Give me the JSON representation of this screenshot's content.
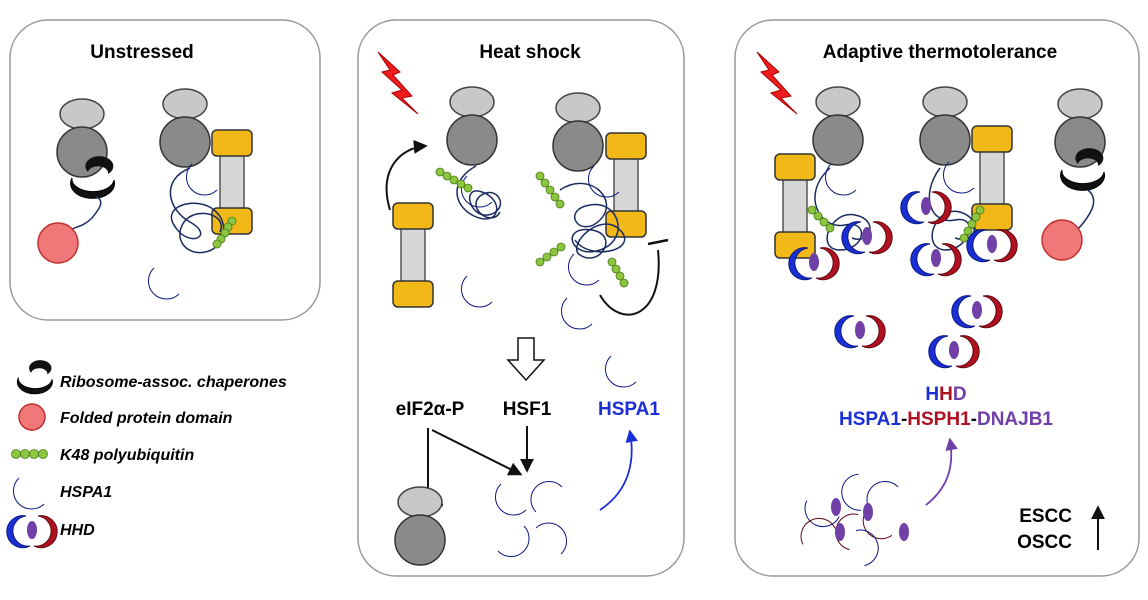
{
  "panels": {
    "unstressed": {
      "title": "Unstressed"
    },
    "heat_shock": {
      "title": "Heat shock",
      "eif2a_prefix": "eIF2",
      "eif2a_alpha": "α",
      "eif2a_suffix": "-P",
      "hsf1": "HSF1",
      "hspa1": "HSPA1"
    },
    "adaptive": {
      "title": "Adaptive thermotolerance",
      "hhd_h1": "H",
      "hhd_h2": "H",
      "hhd_d": "D",
      "complex_hspa1": "HSPA1",
      "complex_dash1": "-",
      "complex_hsph1": "HSPH1",
      "complex_dash2": "-",
      "complex_dnajb1": "DNAJB1",
      "escc": "ESCC",
      "oscc": "OSCC"
    }
  },
  "legend": {
    "items": [
      {
        "label": "Ribosome-assoc. chaperones",
        "icon": "black-crescent"
      },
      {
        "label": "Folded protein domain",
        "icon": "pink-circle"
      },
      {
        "label": "K48 polyubiquitin",
        "icon": "green-beads"
      },
      {
        "label": "HSPA1",
        "icon": "blue-crescent"
      },
      {
        "label": "HHD",
        "icon": "hhd-complex"
      }
    ]
  },
  "colors": {
    "blue": "#1a2fd6",
    "dark_red": "#b01020",
    "purple": "#7040a8",
    "gray_ribosome": "#8a8a8a",
    "light_gray": "#c8c8c8",
    "gold": "#f2b817",
    "pink": "#f07878",
    "green": "#8cc63f",
    "lightning": "#ee1c1c"
  }
}
